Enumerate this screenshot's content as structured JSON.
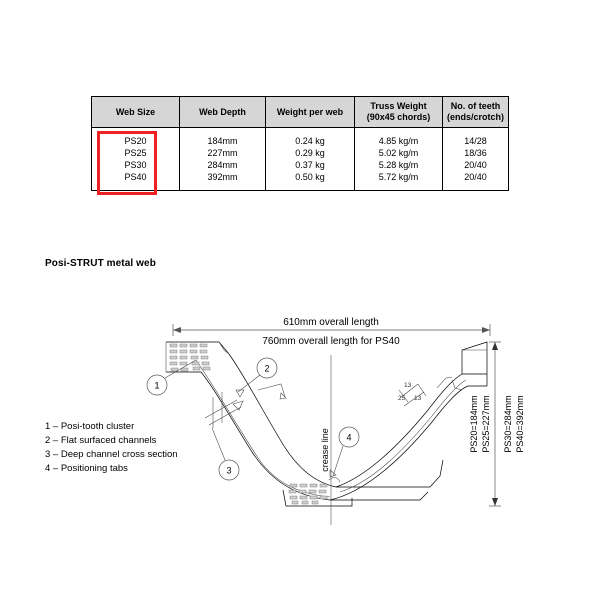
{
  "table": {
    "headers": [
      {
        "line1": "Web Size",
        "line2": ""
      },
      {
        "line1": "Web Depth",
        "line2": ""
      },
      {
        "line1": "Weight per web",
        "line2": ""
      },
      {
        "line1": "Truss Weight",
        "line2": "(90x45 chords)"
      },
      {
        "line1": "No. of teeth",
        "line2": "(ends/crotch)"
      }
    ],
    "rows": [
      {
        "web_size": "PS20",
        "web_depth": "184mm",
        "weight_per_web": "0.24 kg",
        "truss_weight": "4.85 kg/m",
        "teeth": "14/28"
      },
      {
        "web_size": "PS25",
        "web_depth": "227mm",
        "weight_per_web": "0.29 kg",
        "truss_weight": "5.02 kg/m",
        "teeth": "18/36"
      },
      {
        "web_size": "PS30",
        "web_depth": "284mm",
        "weight_per_web": "0.37 kg",
        "truss_weight": "5.28 kg/m",
        "teeth": "20/40"
      },
      {
        "web_size": "PS40",
        "web_depth": "392mm",
        "weight_per_web": "0.50 kg",
        "truss_weight": "5.72 kg/m",
        "teeth": "20/40"
      }
    ],
    "highlight_color": "#ee2222",
    "header_bg": "#d6d6d6"
  },
  "section": {
    "caption": "Posi-STRUT metal web"
  },
  "diagram": {
    "dimension_top_1": "610mm overall length",
    "dimension_top_2": "760mm overall length for PS40",
    "crease_line_label": "crease line",
    "angle_labels": [
      "13",
      "25",
      "13"
    ],
    "depth_labels": [
      "PS20=184mm",
      "PS25=227mm",
      "PS30=284mm",
      "PS40=392mm"
    ],
    "callouts": [
      "1",
      "2",
      "3",
      "4"
    ]
  },
  "legend": {
    "items": [
      "1 – Posi-tooth cluster",
      "2 – Flat surfaced channels",
      "3 – Deep channel cross section",
      "4 – Positioning tabs"
    ]
  }
}
